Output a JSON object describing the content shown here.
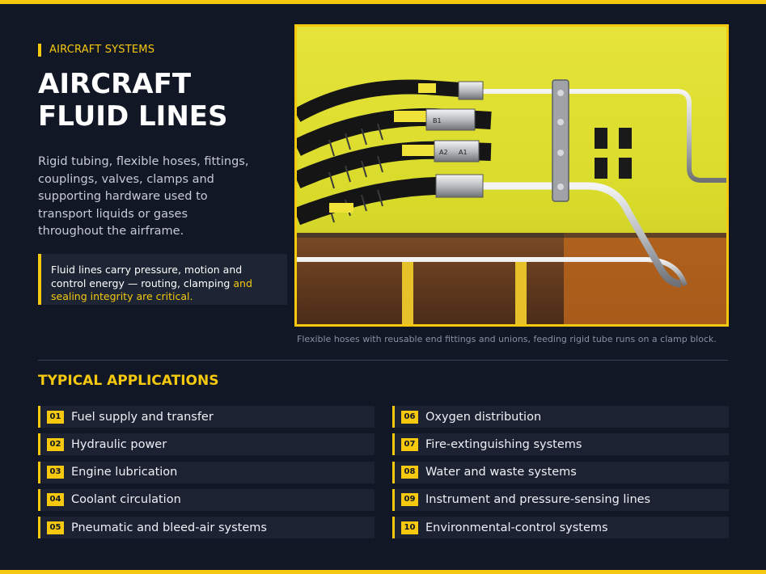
{
  "header": {
    "eyebrow": "AIRCRAFT SYSTEMS",
    "title_line1": "AIRCRAFT",
    "title_line2": "FLUID LINES"
  },
  "intro": {
    "description": "Rigid tubing, flexible hoses, fittings, couplings, valves, clamps and supporting hardware used to transport liquids or gases throughout the airframe.",
    "callout_main": "Fluid lines carry pressure, motion and control energy — routing, clamping",
    "callout_highlight": "and sealing integrity are critical."
  },
  "photo": {
    "caption": "Flexible hoses with reusable end fittings and unions, feeding rigid tube runs on a clamp block.",
    "hose_tags": [
      "A2",
      "A1",
      "B1"
    ]
  },
  "applications": {
    "title": "TYPICAL APPLICATIONS",
    "left": [
      {
        "num": "01",
        "label": "Fuel supply and transfer"
      },
      {
        "num": "02",
        "label": "Hydraulic power"
      },
      {
        "num": "03",
        "label": "Engine lubrication"
      },
      {
        "num": "04",
        "label": "Coolant circulation"
      },
      {
        "num": "05",
        "label": "Pneumatic and bleed-air systems"
      }
    ],
    "right": [
      {
        "num": "06",
        "label": "Oxygen distribution"
      },
      {
        "num": "07",
        "label": "Fire-extinguishing systems"
      },
      {
        "num": "08",
        "label": "Water and waste systems"
      },
      {
        "num": "09",
        "label": "Instrument and pressure-sensing lines"
      },
      {
        "num": "10",
        "label": "Environmental-control systems"
      }
    ]
  },
  "colors": {
    "accent": "#f6c90e",
    "background": "#111725",
    "panel": "#1c2232"
  }
}
